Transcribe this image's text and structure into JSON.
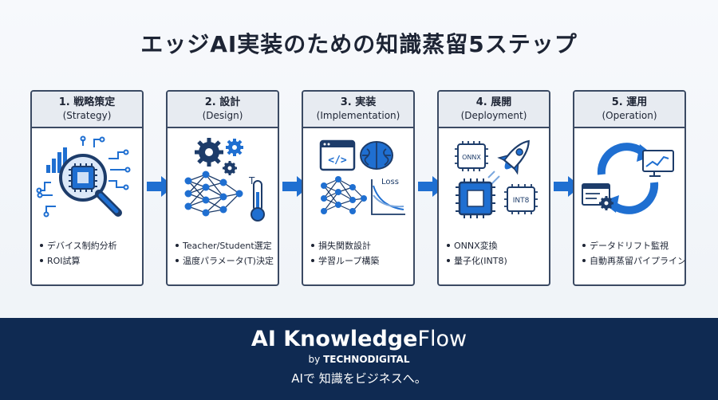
{
  "title": "エッジAI実装のための知識蒸留5ステップ",
  "colors": {
    "accent": "#1f6fd1",
    "navy": "#0f2a52",
    "border": "#3b4a63",
    "header_bg": "#e7ebf1"
  },
  "steps": [
    {
      "title": "1. 戦略策定",
      "subtitle": "(Strategy)",
      "icon": "magnifier-chip-icon",
      "bullets": [
        "デバイス制約分析",
        "ROI試算"
      ]
    },
    {
      "title": "2. 設計",
      "subtitle": "(Design)",
      "icon": "gears-network-thermometer-icon",
      "bullets": [
        "Teacher/Student選定",
        "温度パラメータ(T)決定"
      ]
    },
    {
      "title": "3. 実装",
      "subtitle": "(Implementation)",
      "icon": "code-brain-loss-icon",
      "icon_label": "Loss",
      "bullets": [
        "損失関数設計",
        "学習ループ構築"
      ]
    },
    {
      "title": "4. 展開",
      "subtitle": "(Deployment)",
      "icon": "rocket-chip-icon",
      "icon_labels": [
        "ONNX",
        "INT8"
      ],
      "bullets": [
        "ONNX変換",
        "量子化(INT8)"
      ]
    },
    {
      "title": "5. 運用",
      "subtitle": "(Operation)",
      "icon": "cycle-monitor-icon",
      "bullets": [
        "データドリフト監視",
        "自動再蒸留パイプライン"
      ]
    }
  ],
  "footer": {
    "brand_bold": "AI Knowledge",
    "brand_light": "Flow",
    "by_prefix": "by ",
    "by_company": "TECHNODIGITAL",
    "tagline": "AIで 知識をビジネスへ。"
  }
}
